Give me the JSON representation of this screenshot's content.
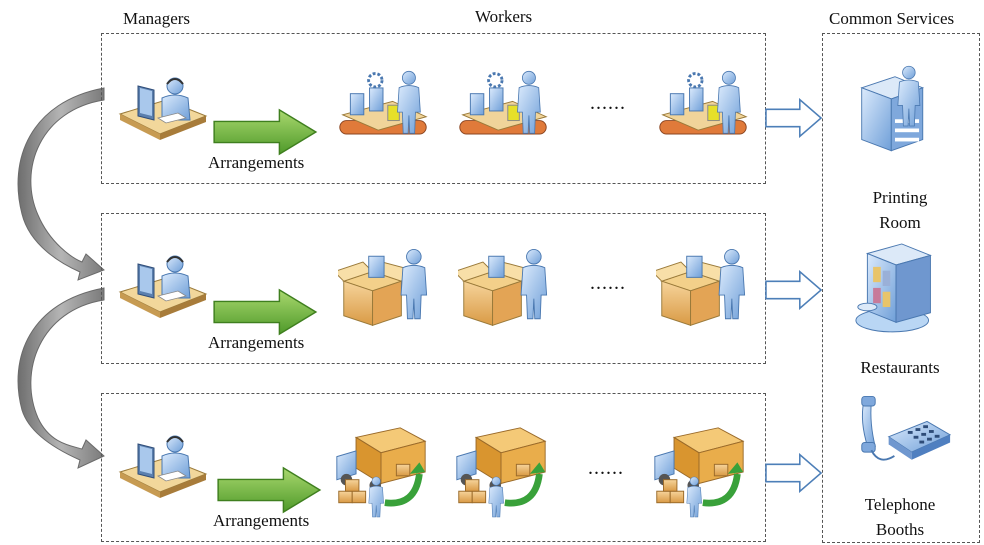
{
  "headers": {
    "managers": "Managers",
    "workers": "Workers",
    "common_services": "Common Services"
  },
  "rows": [
    {
      "arrow_label": "Arrangements",
      "worker_type": "assembly-line",
      "ellipsis": "......"
    },
    {
      "arrow_label": "Arrangements",
      "worker_type": "packing",
      "ellipsis": "......"
    },
    {
      "arrow_label": "Arrangements",
      "worker_type": "delivery",
      "ellipsis": "......"
    }
  ],
  "services": [
    {
      "line1": "Printing",
      "line2": "Room",
      "icon": "printer-icon"
    },
    {
      "line1": "Restaurants",
      "line2": "",
      "icon": "restaurant-icon"
    },
    {
      "line1": "Telephone",
      "line2": "Booths",
      "icon": "telephone-icon"
    }
  ],
  "colors": {
    "arrow_green": "#6fb43f",
    "curve_gray": "#8c8c8c",
    "figure_blue": "#9fc4ec",
    "box_tan": "#e6b26a"
  }
}
